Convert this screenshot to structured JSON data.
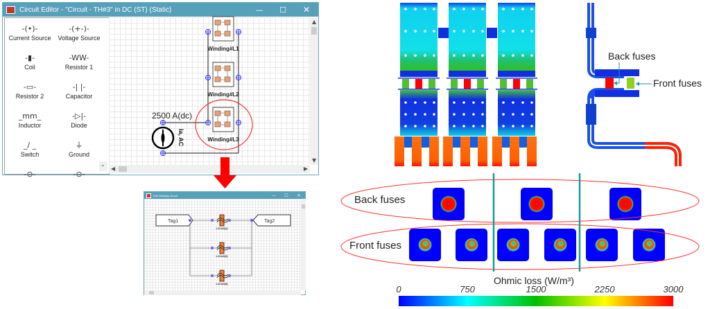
{
  "circuit_editor": {
    "title": "Circuit Editor - \"Circuit - TH#3\" in DC (ST) (Static)",
    "palette": [
      {
        "label": "Current Source",
        "icon": "current-source-icon",
        "glyph": "-(•)-"
      },
      {
        "label": "Voltage Source",
        "icon": "voltage-source-icon",
        "glyph": "-(+-)-"
      },
      {
        "label": "Coil",
        "icon": "coil-icon",
        "glyph": "-▮-"
      },
      {
        "label": "Resistor 1",
        "icon": "resistor-zigzag-icon",
        "glyph": "-WW-"
      },
      {
        "label": "Resistor 2",
        "icon": "resistor-box-icon",
        "glyph": "-▭-"
      },
      {
        "label": "Capacitor",
        "icon": "capacitor-icon",
        "glyph": "-| |-"
      },
      {
        "label": "Inductor",
        "icon": "inductor-icon",
        "glyph": "_mm_"
      },
      {
        "label": "Diode",
        "icon": "diode-icon",
        "glyph": "-▷|-"
      },
      {
        "label": "Switch",
        "icon": "switch-icon",
        "glyph": "_/ _"
      },
      {
        "label": "Ground",
        "icon": "ground-icon",
        "glyph": "⏚"
      },
      {
        "label": "",
        "icon": "meter-icon",
        "glyph": "-⊙-"
      },
      {
        "label": "",
        "icon": "meter-icon",
        "glyph": "-⊙-"
      }
    ],
    "windings": [
      "Winding#L1",
      "Winding#L2",
      "Winding#L3"
    ],
    "source_value": "2500 A(dc)",
    "source_name": "Ia, AC"
  },
  "edit_winding": {
    "title": "Edit Winding Circuit",
    "tag_left": "Tag1",
    "tag_right": "Tag2",
    "coils": [
      "L1Coil(1)",
      "L1Coil(2)",
      "L1Coil(3)"
    ]
  },
  "simulation": {
    "side_labels": {
      "back": "Back fuses",
      "front": "Front fuses"
    },
    "row_labels": {
      "back": "Back fuses",
      "front": "Front fuses"
    },
    "colorbar": {
      "title": "Ohmic loss (W/m³)",
      "ticks": [
        "0",
        "750",
        "1500",
        "2250",
        "3000"
      ],
      "range": [
        0,
        3000
      ],
      "colors": [
        "#0000ff",
        "#00ffff",
        "#00c000",
        "#ffff00",
        "#ff0000"
      ]
    }
  },
  "colors": {
    "titlebar": "#56a0ba",
    "highlight": "#ff0000",
    "divider": "#149a9a",
    "port": "#3333ff"
  }
}
